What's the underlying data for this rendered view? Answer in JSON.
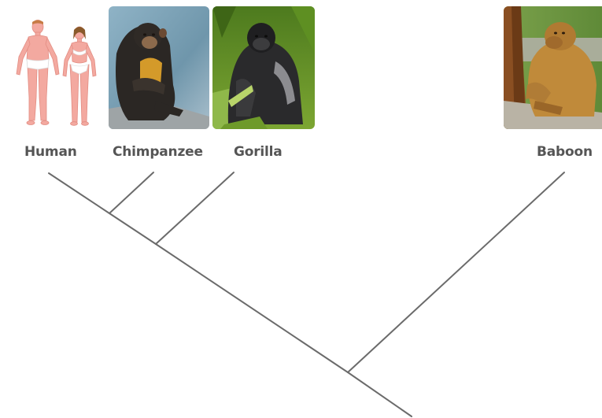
{
  "taxa": [
    {
      "id": "human",
      "label": "Human",
      "image": "human-figures-illustration"
    },
    {
      "id": "chimpanzee",
      "label": "Chimpanzee",
      "image": "chimpanzee-photo"
    },
    {
      "id": "gorilla",
      "label": "Gorilla",
      "image": "gorilla-photo"
    },
    {
      "id": "baboon",
      "label": "Baboon",
      "image": "baboon-photo"
    }
  ],
  "tree": {
    "type": "cladogram",
    "topology": "(((Human, Chimpanzee), Gorilla), Baboon)",
    "line_color": "#6b6b6b"
  }
}
